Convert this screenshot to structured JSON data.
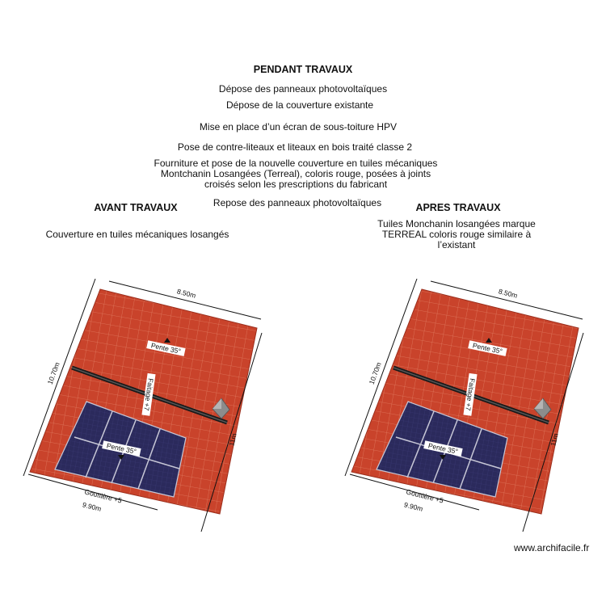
{
  "pendant": {
    "title": "PENDANT TRAVAUX",
    "line1": "Dépose des panneaux photovoltaïques",
    "line2": "Dépose de la couverture existante",
    "line3": "Mise en place d’un écran de sous-toiture HPV",
    "line4": "Pose de contre-liteaux et liteaux en bois traité classe 2",
    "line5a": "Fourniture et pose de la nouvelle couverture en tuiles mécaniques",
    "line5b": "Montchanin Losangées (Terreal), coloris rouge, posées à joints",
    "line5c": "croisés selon les prescriptions du fabricant",
    "line6": "Repose des panneaux photovoltaïques"
  },
  "avant": {
    "title": "AVANT TRAVAUX",
    "desc": "Couverture en tuiles mécaniques losangés"
  },
  "apres": {
    "title": "APRES TRAVAUX",
    "desc1": "Tuiles Monchanin losangées marque",
    "desc2": "TERREAL coloris rouge similaire à",
    "desc3": "l’existant"
  },
  "roof_labels": {
    "top_dim": "8.50m",
    "left_dim": "10.70m",
    "right_dim": "11m",
    "bottom_dim": "9.90m",
    "slope_upper": "Pente 35°",
    "slope_lower": "Pente 35°",
    "ridge": "Faitage +7",
    "gutter": "Gouttière +5"
  },
  "colors": {
    "tile": "#c9432b",
    "tile_line": "#e07a5f",
    "panel": "#2b2a5c",
    "panel_line": "#c7c7d6",
    "ridge": "#1a1a1a"
  },
  "watermark": "www.archifacile.fr"
}
